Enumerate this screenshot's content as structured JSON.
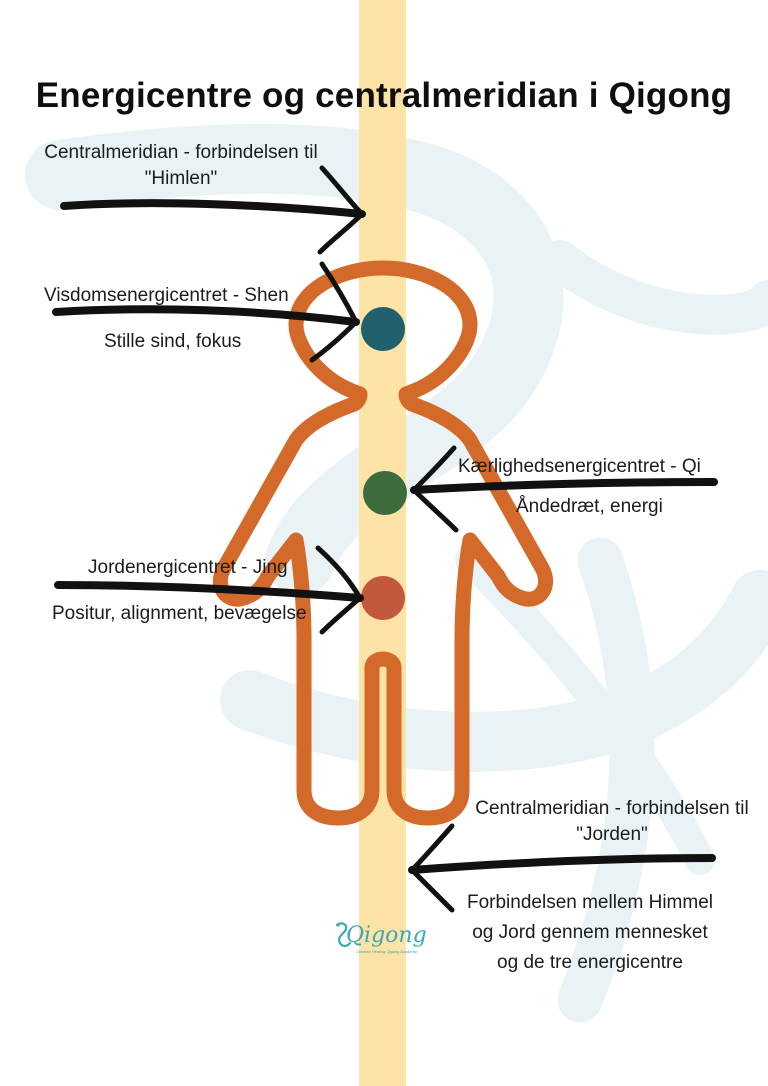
{
  "title": "Energicentre og centralmeridian i Qigong",
  "labels": {
    "heaven_meridian": [
      "Centralmeridian - forbindelsen til",
      "\"Himlen\""
    ],
    "shen_title": "Visdomsenergicentret - Shen",
    "shen_desc": "Stille sind, fokus",
    "qi_title": "Kærlighedsenergicentret - Qi",
    "qi_desc": "Åndedræt, energi",
    "jing_title": "Jordenergicentret - Jing",
    "jing_desc": "Positur, alignment, bevægelse",
    "earth_meridian": [
      "Centralmeridian - forbindelsen til",
      "\"Jorden\""
    ],
    "connection": [
      "Forbindelsen mellem Himmel",
      "og Jord gennem mennesket",
      "og de tre energicentre"
    ]
  },
  "logo": {
    "name": "Qigong",
    "subtitle": "Chinese Healing Qigong Academy"
  },
  "icons": {
    "background": "crane-watermark-icon",
    "figure": "human-outline-icon",
    "logo": "crane-logo-icon"
  },
  "colors": {
    "meridian": "#fde3a6",
    "figure_outline": "#d46a2a",
    "shen": "#22606d",
    "qi": "#3e6b3c",
    "jing": "#c2583d",
    "watermark": "#e9f3f5",
    "arrow": "#111111",
    "logo": "#3aa7b8"
  }
}
